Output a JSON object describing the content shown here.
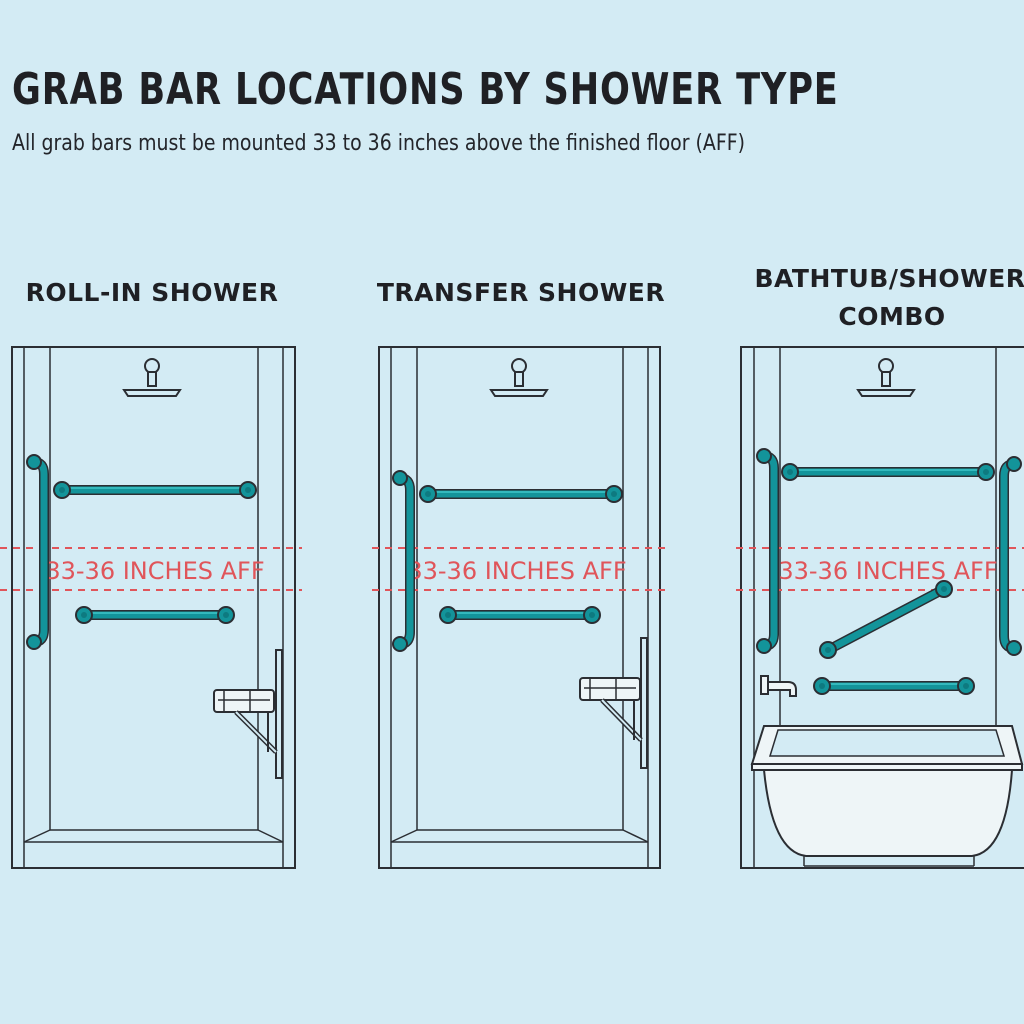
{
  "header": {
    "title": "GRAB BAR LOCATIONS BY SHOWER TYPE",
    "subtitle": "All grab bars must be mounted 33 to 36 inches above the finished floor (AFF)"
  },
  "panels": [
    {
      "label_lines": [
        "ROLL-IN SHOWER"
      ],
      "aff_label": "33-36 INCHES AFF"
    },
    {
      "label_lines": [
        "TRANSFER SHOWER"
      ],
      "aff_label": "33-36 INCHES AFF"
    },
    {
      "label_lines": [
        "BATHTUB/SHOWER",
        "COMBO"
      ],
      "aff_label": "33-36 INCHES AFF"
    }
  ],
  "icons": [
    "shower-head-icon",
    "grab-bar-icon",
    "fold-down-seat-icon",
    "faucet-icon",
    "bathtub-icon"
  ],
  "colors": {
    "background": "#d3ebf4",
    "grab_bar": "#13949a",
    "mounting_zone": "#e0555a",
    "outline": "#2b2e33"
  }
}
